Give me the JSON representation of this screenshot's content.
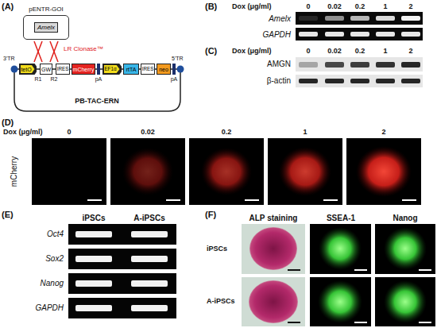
{
  "diagram": {
    "nodes": [
      {
        "text": [
          "pENTR-GOI"
        ]
      },
      {
        "text": [
          "Amelx"
        ],
        "in": 0
      },
      {
        "text": [
          "tetO"
        ]
      },
      {
        "text": [
          "GW"
        ]
      },
      {
        "text": [
          "IRES"
        ]
      },
      {
        "text": [
          "mCherry"
        ]
      },
      {
        "text": [
          "EF1α"
        ]
      },
      {
        "text": [
          "rtTA"
        ]
      },
      {
        "text": [
          "IRES"
        ]
      },
      {
        "text": [
          "neo"
        ]
      }
    ],
    "labels": [
      "(A)",
      "3'TR",
      "R1",
      "R2",
      "pA",
      "pA",
      "5'TR",
      "LR Clonase™",
      "PB-TAC-ERN",
      "(B)",
      "Dox (μg/ml)",
      "0",
      "0.02",
      "0.2",
      "1",
      "2",
      "Amelx",
      "GAPDH",
      "(C)",
      "Dox (μg/ml)",
      "0",
      "0.02",
      "0.2",
      "1",
      "2",
      "AMGN",
      "β-actin",
      "(D)",
      "Dox (μg/ml)",
      "0",
      "0.02",
      "0.2",
      "1",
      "2",
      "mCherry",
      "(E)",
      "iPSCs",
      "A-iPSCs",
      "Oct4",
      "Sox2",
      "Nanog",
      "GAPDH",
      "(F)",
      "ALP staining",
      "SSEA-1",
      "Nanog",
      "iPSCs",
      "A-iPSCs"
    ]
  }
}
